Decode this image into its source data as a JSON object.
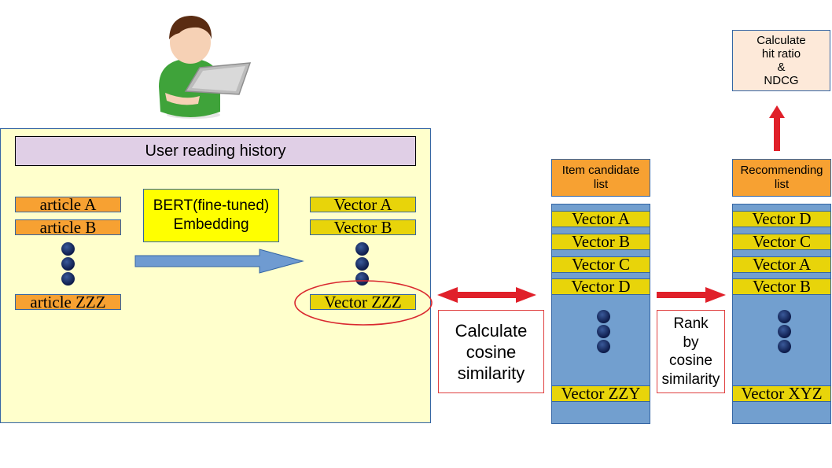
{
  "reading_history": {
    "title": "User reading history",
    "articles": [
      "article  A",
      "article  B",
      "article  ZZZ"
    ],
    "vectors": [
      "Vector  A",
      "Vector  B",
      "Vector  ZZZ"
    ]
  },
  "embedding": {
    "line1": "BERT(fine-tuned)",
    "line2": "Embedding"
  },
  "similarity_label": {
    "line1": "Calculate",
    "line2": "cosine",
    "line3": "similarity"
  },
  "rank_label": {
    "line1": "Rank",
    "line2": "by",
    "line3": "cosine",
    "line4": "similarity"
  },
  "candidate": {
    "header_line1": "Item candidate",
    "header_line2": "list",
    "vectors": [
      "Vector  A",
      "Vector  B",
      "Vector  C",
      "Vector  D"
    ],
    "last": "Vector  ZZY"
  },
  "recommending": {
    "header_line1": "Recommending",
    "header_line2": "list",
    "vectors": [
      "Vector  D",
      "Vector  C",
      "Vector  A",
      "Vector  B"
    ],
    "last": "Vector  XYZ"
  },
  "metrics": {
    "line1": "Calculate",
    "line2": "hit ratio",
    "line3": "&",
    "line4": "NDCG"
  },
  "colors": {
    "panel": "#ffffcc",
    "article": "#f7a132",
    "vector": "#e8d40a",
    "column": "#729fcf",
    "arrow_red": "#e0202a",
    "arrow_blue": "#6f9bd1"
  },
  "icons": [
    "user-with-laptop-icon"
  ]
}
